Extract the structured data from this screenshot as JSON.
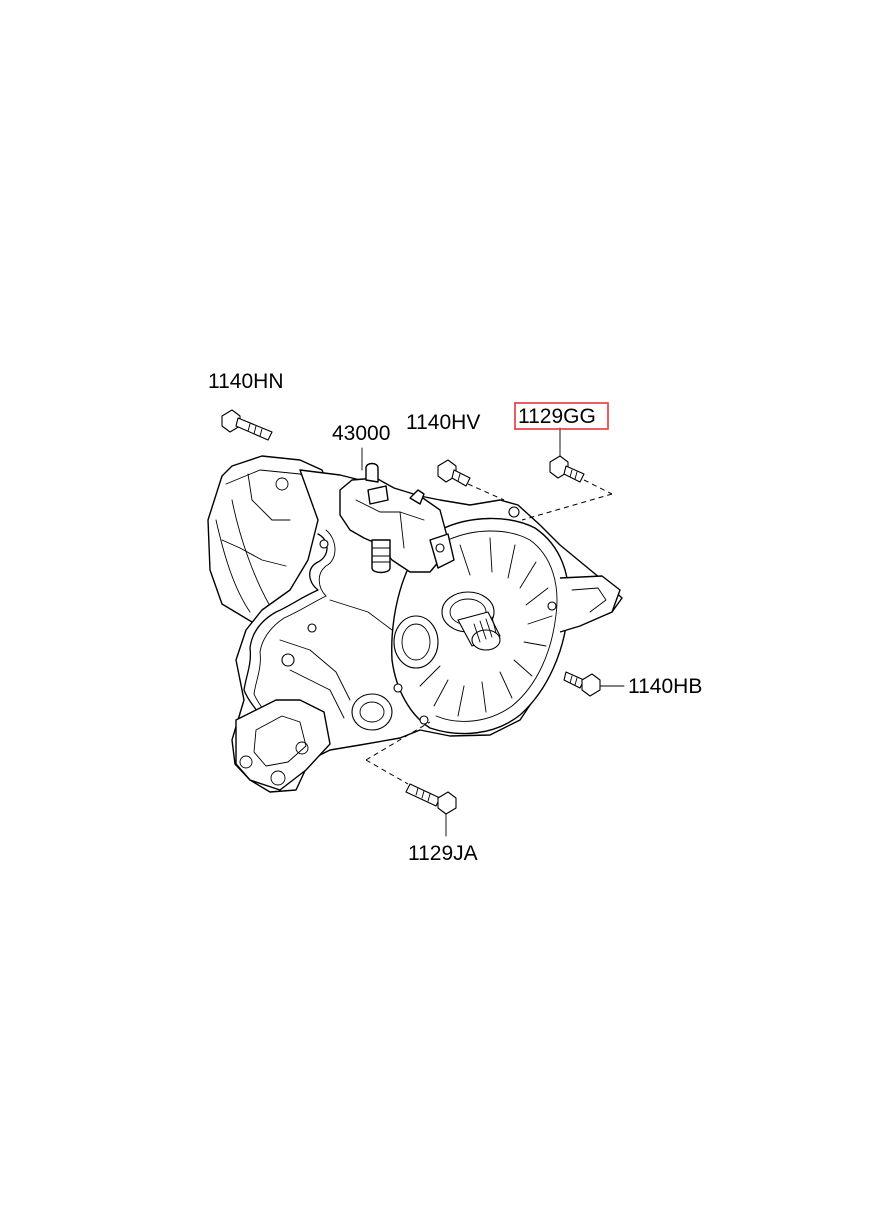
{
  "parts": [
    {
      "id": "p1",
      "label": "1140HN",
      "highlighted": false
    },
    {
      "id": "p2",
      "label": "43000",
      "highlighted": false
    },
    {
      "id": "p3",
      "label": "1140HV",
      "highlighted": false
    },
    {
      "id": "p4",
      "label": "1129GG",
      "highlighted": true
    },
    {
      "id": "p5",
      "label": "1140HB",
      "highlighted": false
    },
    {
      "id": "p6",
      "label": "1129JA",
      "highlighted": false
    }
  ],
  "colors": {
    "highlight_border": "#e8343a",
    "line": "#000000",
    "background": "#ffffff"
  }
}
